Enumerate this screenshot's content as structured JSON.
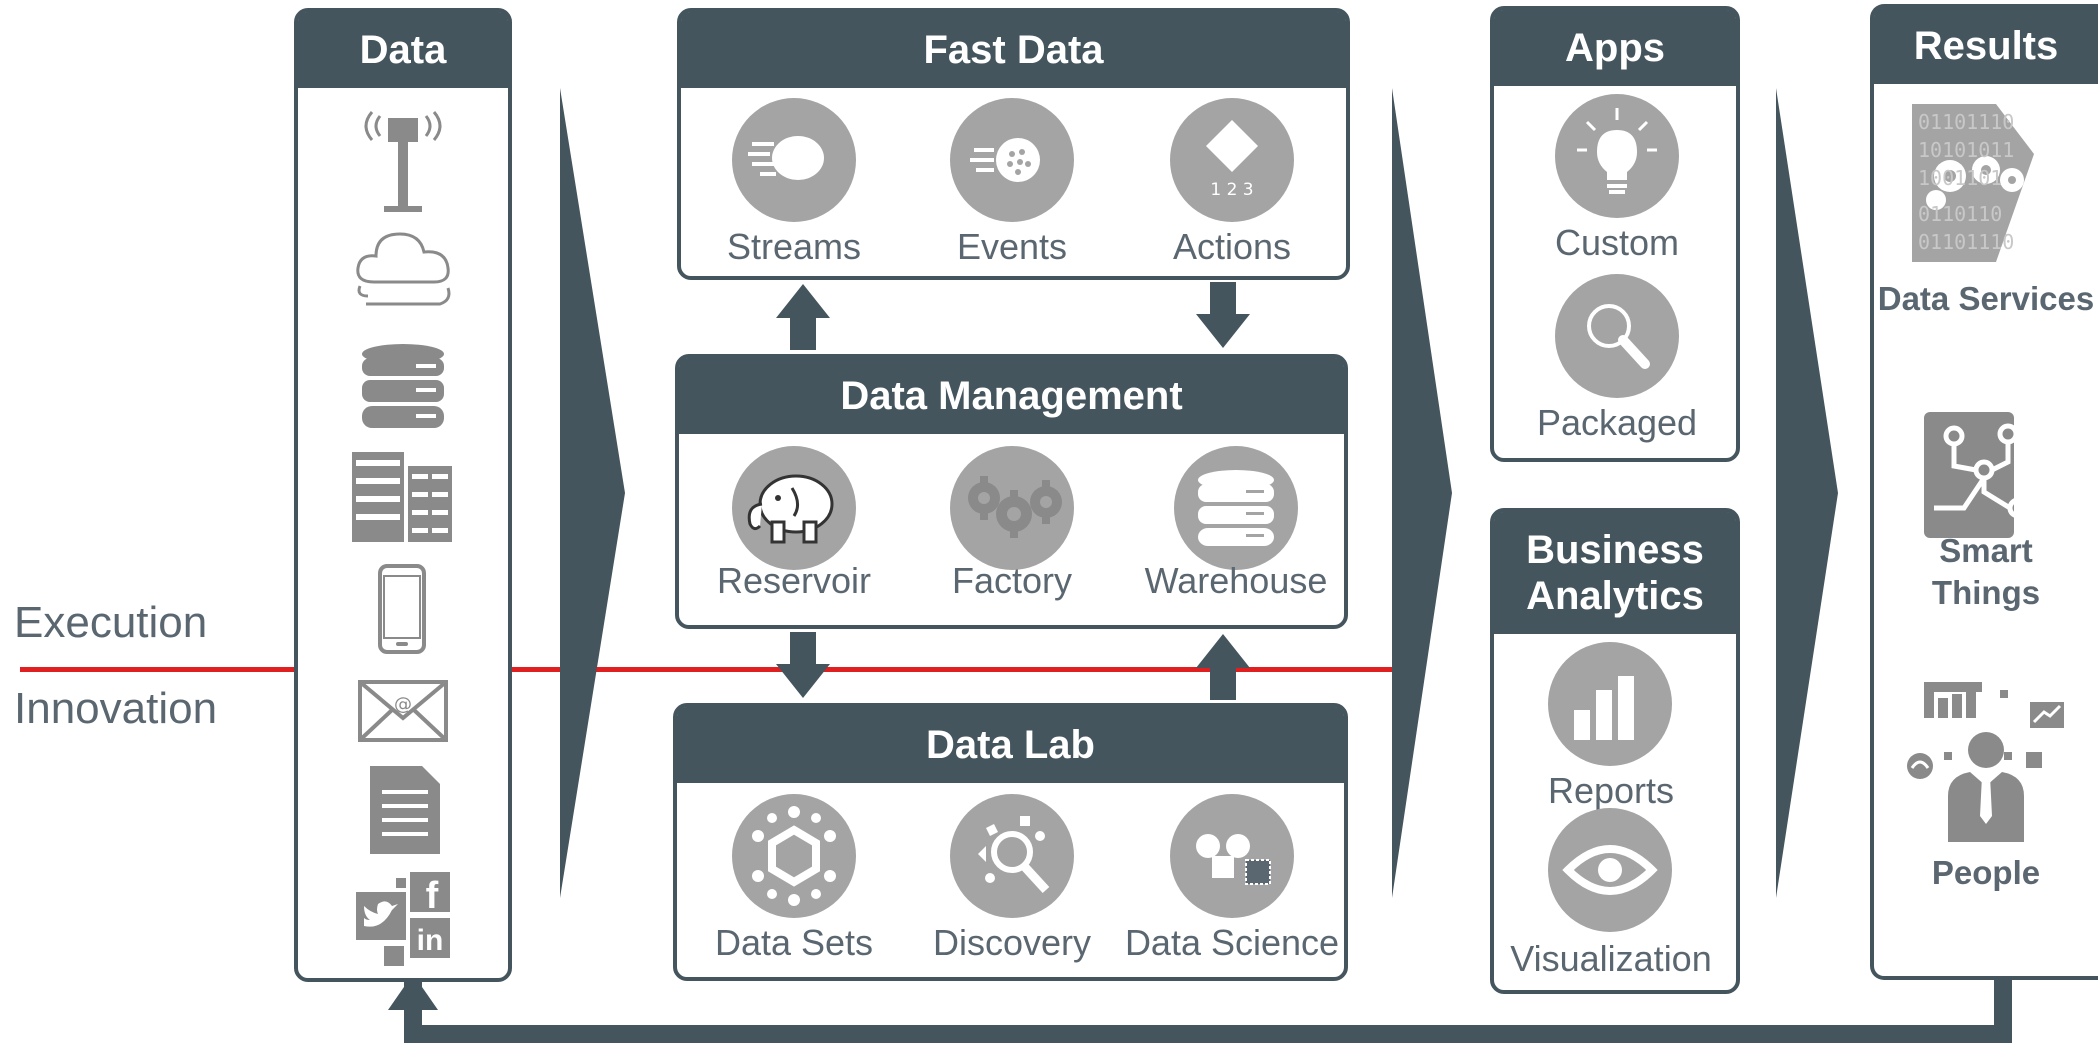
{
  "side_labels": {
    "top": "Execution",
    "bottom": "Innovation"
  },
  "data_panel": {
    "title": "Data"
  },
  "fast_data": {
    "title": "Fast Data",
    "items": [
      "Streams",
      "Events",
      "Actions"
    ],
    "actions_digits": "1 2 3"
  },
  "data_management": {
    "title": "Data Management",
    "items": [
      "Reservoir",
      "Factory",
      "Warehouse"
    ]
  },
  "data_lab": {
    "title": "Data Lab",
    "items": [
      "Data Sets",
      "Discovery",
      "Data Science"
    ]
  },
  "apps": {
    "title": "Apps",
    "items": [
      "Custom",
      "Packaged"
    ]
  },
  "business_analytics": {
    "title_line1": "Business",
    "title_line2": "Analytics",
    "items": [
      "Reports",
      "Visualization"
    ]
  },
  "results": {
    "title": "Results",
    "items": [
      "Data Services",
      "Smart",
      "Things",
      "People"
    ],
    "binary_lines": [
      "01101110",
      "10101011",
      "1001101",
      "0110110",
      "01101110"
    ]
  },
  "colors": {
    "header": "#45555e",
    "icon_gray": "#a4a4a4",
    "text": "#5b6770",
    "divider": "#e02020"
  }
}
